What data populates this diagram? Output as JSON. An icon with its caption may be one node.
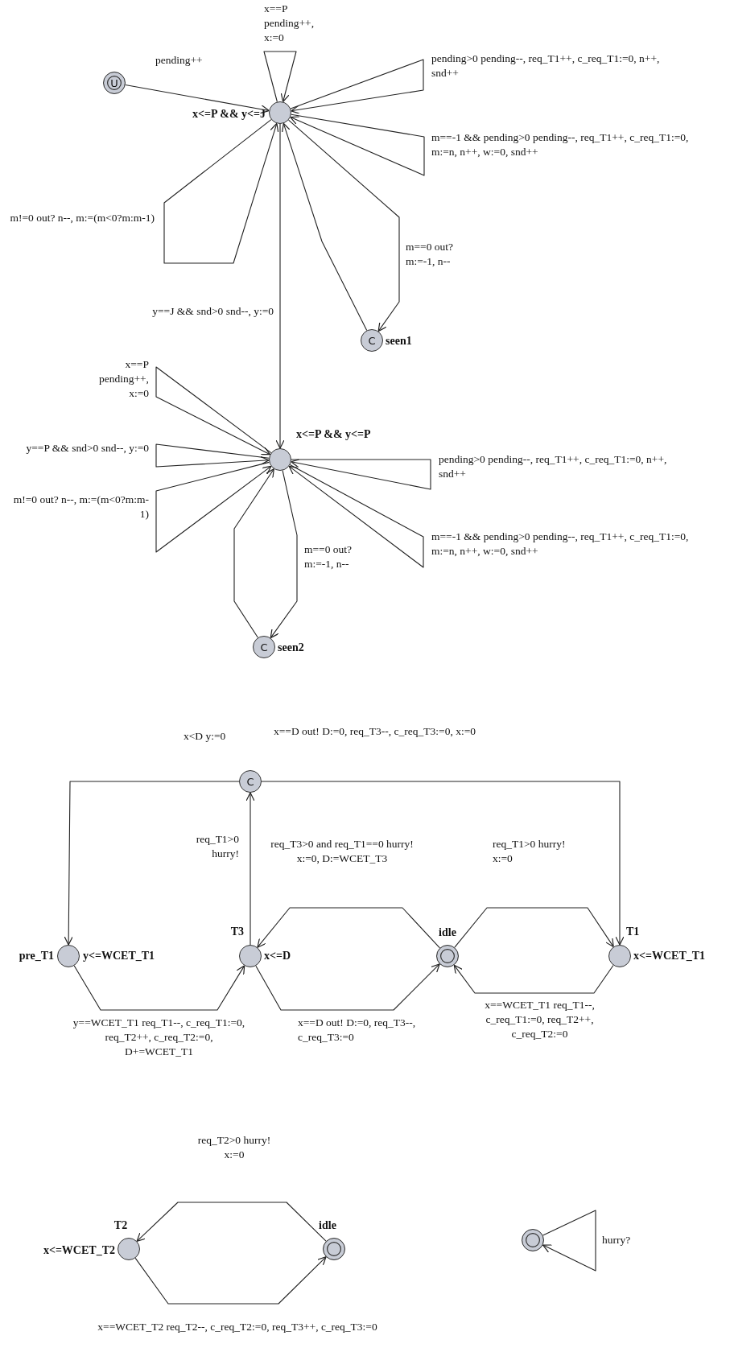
{
  "diagram": {
    "nodes": [
      {
        "text": [
          "U"
        ]
      },
      {
        "text": [],
        "shape": "circle",
        "beside": [
          "x<=P && y<=J"
        ]
      },
      {
        "text": [
          "C"
        ],
        "beside": [
          "seen1"
        ]
      },
      {
        "text": [],
        "shape": "circle",
        "beside": [
          "x<=P && y<=P"
        ]
      },
      {
        "text": [
          "C"
        ],
        "beside": [
          "seen2"
        ]
      },
      {
        "text": [
          "C"
        ]
      },
      {
        "text": [],
        "shape": "circle",
        "beside": [
          "pre_T1",
          "y<=WCET_T1"
        ]
      },
      {
        "text": [],
        "shape": "circle",
        "beside": [
          "T3",
          "x<=D"
        ]
      },
      {
        "text": [],
        "shape": "ring",
        "beside": [
          "idle"
        ]
      },
      {
        "text": [],
        "shape": "circle",
        "beside": [
          "T1",
          "x<=WCET_T1"
        ]
      },
      {
        "text": [],
        "shape": "circle",
        "beside": [
          "T2",
          "x<=WCET_T2"
        ]
      },
      {
        "text": [],
        "shape": "ring",
        "beside": [
          "idle"
        ]
      },
      {
        "text": [],
        "shape": "ring"
      }
    ],
    "edges": [
      {
        "from": 0,
        "to": 1,
        "arrow": "to",
        "label": "pending++"
      },
      {
        "from": 1,
        "to": 1,
        "arrow": "to",
        "label": "x==P pending++, x:=0"
      },
      {
        "from": 1,
        "to": 1,
        "arrow": "to",
        "label": "pending>0 pending--, req_T1++, c_req_T1:=0, n++, snd++"
      },
      {
        "from": 1,
        "to": 1,
        "arrow": "to",
        "label": "m==-1 && pending>0 pending--, req_T1++, c_req_T1:=0, m:=n, n++, w:=0, snd++"
      },
      {
        "from": 1,
        "to": 1,
        "arrow": "to",
        "label": "m!=0 out? n--, m:=(m<0?m:m-1)"
      },
      {
        "from": 1,
        "to": 2,
        "arrow": "to",
        "label": "m==0 out? m:=-1, n--"
      },
      {
        "from": 2,
        "to": 1,
        "arrow": "to"
      },
      {
        "from": 1,
        "to": 3,
        "arrow": "to",
        "label": "y==J && snd>0 snd--, y:=0"
      },
      {
        "from": 3,
        "to": 3,
        "arrow": "to",
        "label": "x==P pending++, x:=0"
      },
      {
        "from": 3,
        "to": 3,
        "arrow": "to",
        "label": "y==P && snd>0 snd--, y:=0"
      },
      {
        "from": 3,
        "to": 3,
        "arrow": "to",
        "label": "m!=0 out? n--, m:=(m<0?m:m-1)"
      },
      {
        "from": 3,
        "to": 3,
        "arrow": "to",
        "label": "pending>0 pending--, req_T1++, c_req_T1:=0, n++, snd++"
      },
      {
        "from": 3,
        "to": 3,
        "arrow": "to",
        "label": "m==-1 && pending>0 pending--, req_T1++, c_req_T1:=0, m:=n, n++, w:=0, snd++"
      },
      {
        "from": 3,
        "to": 4,
        "arrow": "to",
        "label": "m==0 out? m:=-1, n--"
      },
      {
        "from": 4,
        "to": 3,
        "arrow": "to"
      },
      {
        "from": 5,
        "to": 6,
        "arrow": "to",
        "label": "x<D y:=0"
      },
      {
        "from": 5,
        "to": 9,
        "arrow": "to",
        "label": "x==D out! D:=0, req_T3--, c_req_T3:=0, x:=0"
      },
      {
        "from": 7,
        "to": 5,
        "arrow": "to",
        "label": "req_T1>0 hurry!"
      },
      {
        "from": 8,
        "to": 7,
        "arrow": "to",
        "label": "req_T3>0 and req_T1==0 hurry! x:=0, D:=WCET_T3"
      },
      {
        "from": 8,
        "to": 9,
        "arrow": "to",
        "label": "req_T1>0 hurry! x:=0"
      },
      {
        "from": 6,
        "to": 7,
        "arrow": "to",
        "label": "y==WCET_T1 req_T1--, c_req_T1:=0, req_T2++, c_req_T2:=0, D+=WCET_T1"
      },
      {
        "from": 7,
        "to": 8,
        "arrow": "to",
        "label": "x==D out! D:=0, req_T3--, c_req_T3:=0"
      },
      {
        "from": 9,
        "to": 8,
        "arrow": "to",
        "label": "x==WCET_T1 req_T1--, c_req_T1:=0, req_T2++, c_req_T2:=0"
      },
      {
        "from": 11,
        "to": 10,
        "arrow": "to",
        "label": "req_T2>0 hurry! x:=0"
      },
      {
        "from": 10,
        "to": 11,
        "arrow": "to",
        "label": "x==WCET_T2 req_T2--, c_req_T2:=0, req_T3++, c_req_T3:=0"
      },
      {
        "from": 12,
        "to": 12,
        "arrow": "to",
        "label": "hurry?"
      }
    ]
  }
}
